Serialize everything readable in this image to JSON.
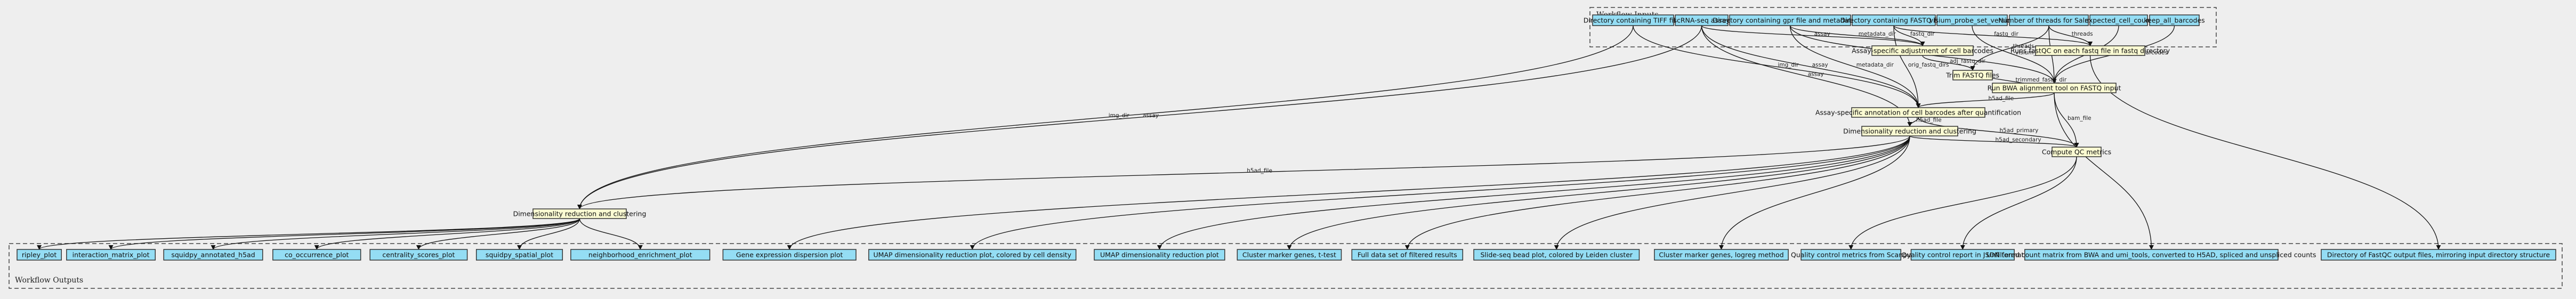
{
  "diagram": {
    "clusters": {
      "inputs": {
        "label": "Workflow Inputs"
      },
      "outputs": {
        "label": "Workflow Outputs"
      }
    },
    "inputs": [
      {
        "id": "in_tiff",
        "label": "Directory containing TIFF files"
      },
      {
        "id": "in_assay",
        "label": "scRNA-seq assay"
      },
      {
        "id": "in_gpr",
        "label": "Directory containing gpr file and metadata.tsv"
      },
      {
        "id": "in_fastq",
        "label": "Directory containing FASTQ files"
      },
      {
        "id": "in_visium",
        "label": "visium_probe_set_version"
      },
      {
        "id": "in_threads",
        "label": "Number of threads for Salmon"
      },
      {
        "id": "in_expected",
        "label": "expected_cell_count"
      },
      {
        "id": "in_keep",
        "label": "keep_all_barcodes"
      }
    ],
    "steps": [
      {
        "id": "st_adjust",
        "label": "Assay-specific adjustment of cell barcodes"
      },
      {
        "id": "st_fastqc",
        "label": "Runs fastQC on each fastq file in fastq directory"
      },
      {
        "id": "st_trim",
        "label": "Trim FASTQ files"
      },
      {
        "id": "st_bwa",
        "label": "Run BWA alignment tool on FASTQ input"
      },
      {
        "id": "st_annot",
        "label": "Assay-specific annotation of cell barcodes after quantification"
      },
      {
        "id": "st_dimred_sq",
        "label": "Dimensionality reduction and clustering"
      },
      {
        "id": "st_dimred",
        "label": "Dimensionality reduction and clustering"
      },
      {
        "id": "st_qc",
        "label": "Compute QC metrics"
      }
    ],
    "outputs": [
      {
        "id": "out_ripley",
        "label": "ripley_plot"
      },
      {
        "id": "out_interaction",
        "label": "interaction_matrix_plot"
      },
      {
        "id": "out_sq_h5ad",
        "label": "squidpy_annotated_h5ad"
      },
      {
        "id": "out_cooc",
        "label": "co_occurrence_plot"
      },
      {
        "id": "out_centrality",
        "label": "centrality_scores_plot"
      },
      {
        "id": "out_spatial",
        "label": "squidpy_spatial_plot"
      },
      {
        "id": "out_neigh",
        "label": "neighborhood_enrichment_plot"
      },
      {
        "id": "out_dispersion",
        "label": "Gene expression dispersion plot"
      },
      {
        "id": "out_umap_density",
        "label": "UMAP dimensionality reduction plot, colored by cell density"
      },
      {
        "id": "out_umap",
        "label": "UMAP dimensionality reduction plot"
      },
      {
        "id": "out_ttest",
        "label": "Cluster marker genes, t-test"
      },
      {
        "id": "out_full",
        "label": "Full data set of filtered results"
      },
      {
        "id": "out_slideseq",
        "label": "Slide-seq bead plot, colored by Leiden cluster"
      },
      {
        "id": "out_logreg",
        "label": "Cluster marker genes, logreg method"
      },
      {
        "id": "out_qc_scanpy",
        "label": "Quality control metrics from Scanpy"
      },
      {
        "id": "out_qc_json",
        "label": "Quality control report in JSON format"
      },
      {
        "id": "out_unfiltered",
        "label": "Unfiltered count matrix from BWA and umi_tools, converted to H5AD, spliced and unspliced counts"
      },
      {
        "id": "out_fastqc_dir",
        "label": "Directory of FastQC output files, mirroring input directory structure"
      }
    ],
    "edges": [
      {
        "from": "in_tiff",
        "to": "st_dimred_sq",
        "label": "img_dir"
      },
      {
        "from": "in_tiff",
        "to": "st_annot",
        "label": "img_dir"
      },
      {
        "from": "in_assay",
        "to": "st_annot",
        "label": "assay"
      },
      {
        "from": "in_assay",
        "to": "st_dimred",
        "label": "assay"
      },
      {
        "from": "in_assay",
        "to": "st_dimred_sq",
        "label": "assay"
      },
      {
        "from": "in_assay",
        "to": "st_adjust",
        "label": "assay"
      },
      {
        "from": "in_gpr",
        "to": "st_annot",
        "label": "metadata_dir"
      },
      {
        "from": "in_gpr",
        "to": "st_adjust",
        "label": "metadata_dir"
      },
      {
        "from": "in_gpr",
        "to": "st_bwa",
        "label": "metadata_dir"
      },
      {
        "from": "in_fastq",
        "to": "st_adjust",
        "label": "fastq_dir"
      },
      {
        "from": "in_fastq",
        "to": "st_annot",
        "label": "orig_fastq_dirs"
      },
      {
        "from": "in_fastq",
        "to": "st_fastqc",
        "label": "fastq_dir"
      },
      {
        "from": "in_visium",
        "to": "st_bwa",
        "label": "visium_probe_set_version"
      },
      {
        "from": "in_threads",
        "to": "st_fastqc",
        "label": "threads"
      },
      {
        "from": "in_threads",
        "to": "st_trim",
        "label": "threads"
      },
      {
        "from": "in_threads",
        "to": "st_bwa",
        "label": "threads"
      },
      {
        "from": "in_expected",
        "to": "st_bwa",
        "label": "expected_cell_count"
      },
      {
        "from": "in_keep",
        "to": "st_bwa",
        "label": "keep_all_barcodes"
      },
      {
        "from": "st_adjust",
        "to": "st_trim",
        "label": "adj_fastq_dir"
      },
      {
        "from": "st_trim",
        "to": "st_bwa",
        "label": "trimmed_fastq_dir"
      },
      {
        "from": "st_bwa",
        "to": "st_annot",
        "label": "h5ad_file"
      },
      {
        "from": "st_bwa",
        "to": "st_qc",
        "label": "bam_file"
      },
      {
        "from": "st_annot",
        "to": "st_dimred",
        "label": "h5ad_file"
      },
      {
        "from": "st_annot",
        "to": "st_qc",
        "label": "h5ad_primary"
      },
      {
        "from": "st_dimred",
        "to": "st_qc",
        "label": "h5ad_secondary"
      },
      {
        "from": "st_dimred",
        "to": "st_dimred_sq",
        "label": "h5ad_file"
      },
      {
        "from": "st_dimred_sq",
        "to": "out_ripley",
        "label": ""
      },
      {
        "from": "st_dimred_sq",
        "to": "out_interaction",
        "label": ""
      },
      {
        "from": "st_dimred_sq",
        "to": "out_sq_h5ad",
        "label": ""
      },
      {
        "from": "st_dimred_sq",
        "to": "out_cooc",
        "label": ""
      },
      {
        "from": "st_dimred_sq",
        "to": "out_centrality",
        "label": ""
      },
      {
        "from": "st_dimred_sq",
        "to": "out_spatial",
        "label": ""
      },
      {
        "from": "st_dimred_sq",
        "to": "out_neigh",
        "label": ""
      },
      {
        "from": "st_dimred",
        "to": "out_dispersion",
        "label": ""
      },
      {
        "from": "st_dimred",
        "to": "out_umap_density",
        "label": ""
      },
      {
        "from": "st_dimred",
        "to": "out_umap",
        "label": ""
      },
      {
        "from": "st_dimred",
        "to": "out_ttest",
        "label": ""
      },
      {
        "from": "st_dimred",
        "to": "out_full",
        "label": ""
      },
      {
        "from": "st_dimred",
        "to": "out_slideseq",
        "label": ""
      },
      {
        "from": "st_dimred",
        "to": "out_logreg",
        "label": ""
      },
      {
        "from": "st_qc",
        "to": "out_qc_scanpy",
        "label": ""
      },
      {
        "from": "st_qc",
        "to": "out_qc_json",
        "label": ""
      },
      {
        "from": "st_bwa",
        "to": "out_unfiltered",
        "label": ""
      },
      {
        "from": "st_fastqc",
        "to": "out_fastqc_dir",
        "label": ""
      }
    ]
  }
}
